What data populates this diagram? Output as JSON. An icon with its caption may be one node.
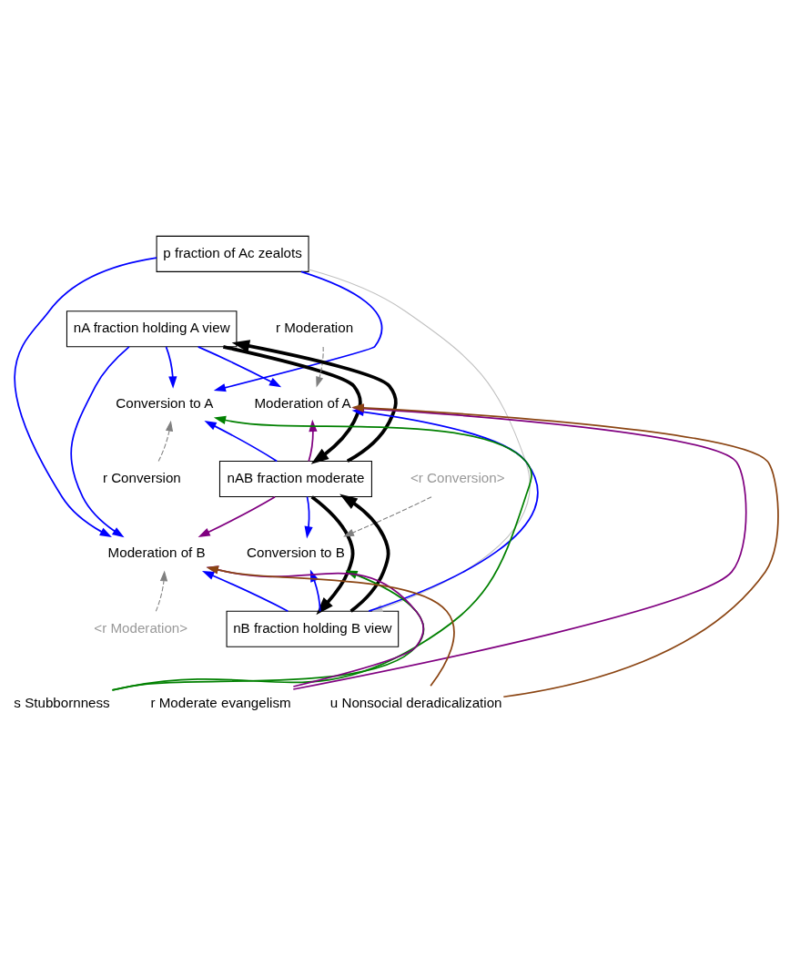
{
  "diagram": {
    "nodes": [
      {
        "text": [
          "p fraction of Ac zealots"
        ]
      },
      {
        "text": [
          "nA fraction holding A view"
        ]
      },
      {
        "text": [
          "Conversion to A"
        ]
      },
      {
        "text": [
          "Moderation of A"
        ]
      },
      {
        "text": [
          "r Moderation"
        ]
      },
      {
        "text": [
          "r Conversion"
        ]
      },
      {
        "text": [
          "nAB fraction moderate"
        ]
      },
      {
        "text": [
          "<r Conversion>"
        ]
      },
      {
        "text": [
          "Moderation of B"
        ]
      },
      {
        "text": [
          "Conversion to B"
        ]
      },
      {
        "text": [
          "<r Moderation>"
        ]
      },
      {
        "text": [
          "nB fraction holding B view"
        ]
      },
      {
        "text": [
          "s Stubbornness"
        ]
      },
      {
        "text": [
          "r Moderate evangelism"
        ]
      },
      {
        "text": [
          "u Nonsocial deradicalization"
        ]
      }
    ],
    "edges": [
      {
        "from": 0,
        "to": 2,
        "arrow": "to"
      },
      {
        "from": 0,
        "to": 8,
        "arrow": "to"
      },
      {
        "from": 0,
        "to": 11,
        "arrow": "to",
        "color": "#c0c0c0"
      },
      {
        "from": 1,
        "to": 2,
        "arrow": "to"
      },
      {
        "from": 1,
        "to": 8,
        "arrow": "to"
      },
      {
        "from": 1,
        "to": 3,
        "arrow": "to"
      },
      {
        "from": 4,
        "to": 3,
        "arrow": "to",
        "style": "dashed",
        "color": "#808080"
      },
      {
        "from": 5,
        "to": 2,
        "arrow": "to",
        "style": "dashed",
        "color": "#808080"
      },
      {
        "from": 6,
        "to": 1,
        "arrow": "to",
        "style": "thick",
        "color": "#000000"
      },
      {
        "from": 1,
        "to": 6,
        "arrow": "to",
        "style": "thick",
        "color": "#000000"
      },
      {
        "from": 6,
        "to": 2,
        "arrow": "to"
      },
      {
        "from": 6,
        "to": 3,
        "arrow": "to",
        "color": "#800080"
      },
      {
        "from": 6,
        "to": 8,
        "arrow": "to",
        "color": "#800080"
      },
      {
        "from": 6,
        "to": 9,
        "arrow": "to"
      },
      {
        "from": 7,
        "to": 9,
        "arrow": "to",
        "style": "dashed",
        "color": "#808080"
      },
      {
        "from": 11,
        "to": 6,
        "arrow": "to",
        "style": "thick",
        "color": "#000000"
      },
      {
        "from": 6,
        "to": 11,
        "arrow": "to",
        "style": "thick",
        "color": "#000000"
      },
      {
        "from": 10,
        "to": 8,
        "arrow": "to",
        "style": "dashed",
        "color": "#808080"
      },
      {
        "from": 11,
        "to": 8,
        "arrow": "to"
      },
      {
        "from": 11,
        "to": 9,
        "arrow": "to"
      },
      {
        "from": 11,
        "to": 3,
        "arrow": "to"
      },
      {
        "from": 12,
        "to": 2,
        "arrow": "to",
        "color": "#008000"
      },
      {
        "from": 12,
        "to": 9,
        "arrow": "to",
        "color": "#008000"
      },
      {
        "from": 13,
        "to": 3,
        "arrow": "to",
        "color": "#800080"
      },
      {
        "from": 13,
        "to": 8,
        "arrow": "to",
        "color": "#800080"
      },
      {
        "from": 14,
        "to": 3,
        "arrow": "to",
        "color": "#8b4513"
      },
      {
        "from": 14,
        "to": 8,
        "arrow": "to",
        "color": "#8b4513"
      }
    ]
  }
}
